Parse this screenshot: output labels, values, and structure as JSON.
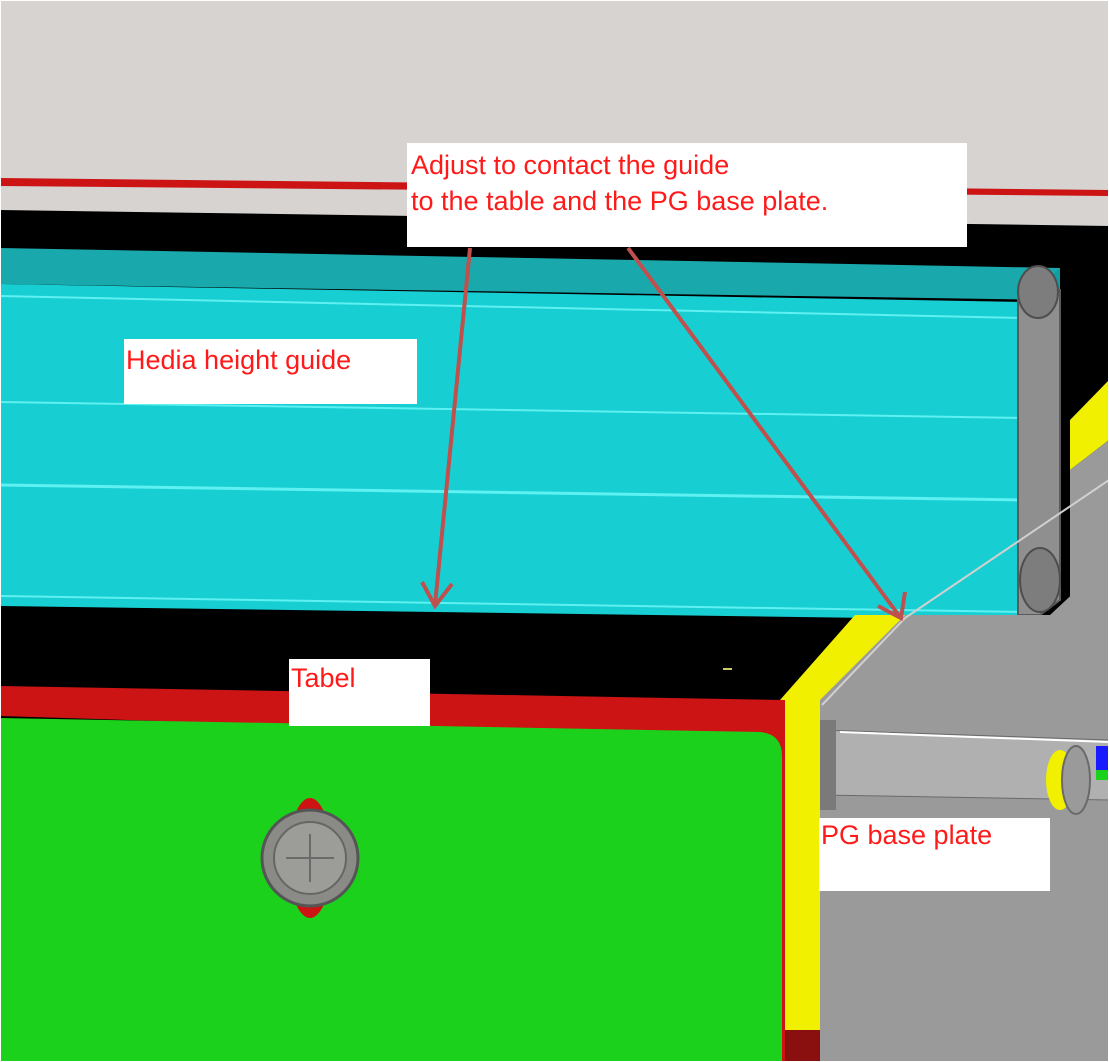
{
  "annotations": {
    "instruction_line1": "Adjust to contact the guide",
    "instruction_line2": "to the  table and the PG base plate.",
    "guide_label": "Hedia height guide",
    "table_label": "Tabel",
    "plate_label": "PG base plate"
  },
  "colors": {
    "background_gray": "#d6d3d0",
    "gap_black": "#000000",
    "guide_cyan": "#17cfd2",
    "table_green": "#1cd11c",
    "edge_red": "#cc1414",
    "plate_gray": "#9a9a9a",
    "edge_yellow": "#f0f000",
    "arrow_red": "#c0504d",
    "text_red": "#ff1a1a"
  }
}
